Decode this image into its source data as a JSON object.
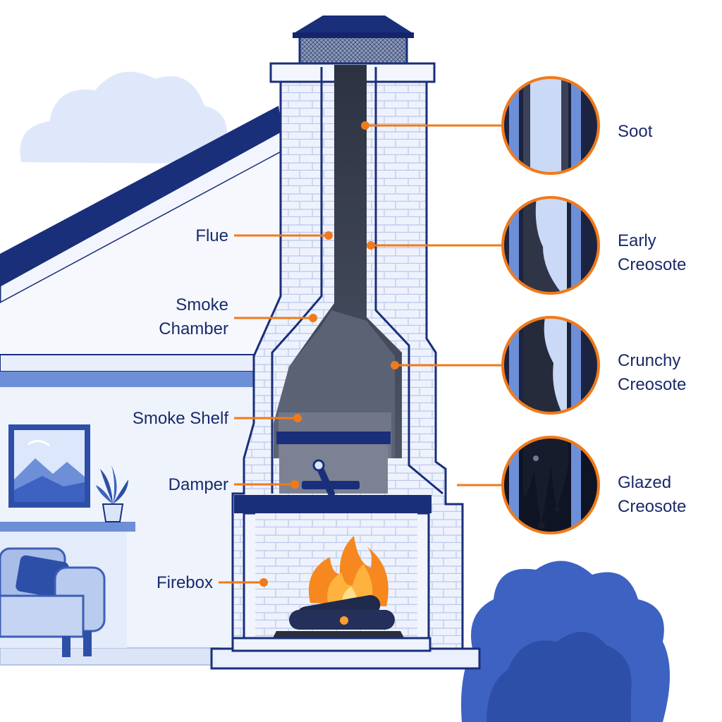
{
  "colors": {
    "navy": "#1a2f7a",
    "light_blue": "#dbe6fb",
    "mid_blue": "#6d8fd8",
    "soot": "#3a3f4d",
    "leader": "#f07a1a",
    "flame": "#f6881f",
    "label_text": "#1a2a6b"
  },
  "parts": [
    {
      "id": "flue",
      "text": "Flue"
    },
    {
      "id": "smoke_chamber",
      "lines": [
        "Smoke",
        "Chamber"
      ]
    },
    {
      "id": "smoke_shelf",
      "text": "Smoke Shelf"
    },
    {
      "id": "damper",
      "text": "Damper"
    },
    {
      "id": "firebox",
      "text": "Firebox"
    }
  ],
  "deposits": [
    {
      "id": "soot",
      "lines": [
        "Soot"
      ]
    },
    {
      "id": "early",
      "lines": [
        "Early",
        "Creosote"
      ]
    },
    {
      "id": "crunchy",
      "lines": [
        "Crunchy",
        "Creosote"
      ]
    },
    {
      "id": "glazed",
      "lines": [
        "Glazed",
        "Creosote"
      ]
    }
  ],
  "icons": [
    "cloud-icon",
    "landscape-picture-icon",
    "potted-plant-icon",
    "sofa-icon",
    "bush-icon",
    "fire-icon",
    "chimney-cap-icon"
  ]
}
